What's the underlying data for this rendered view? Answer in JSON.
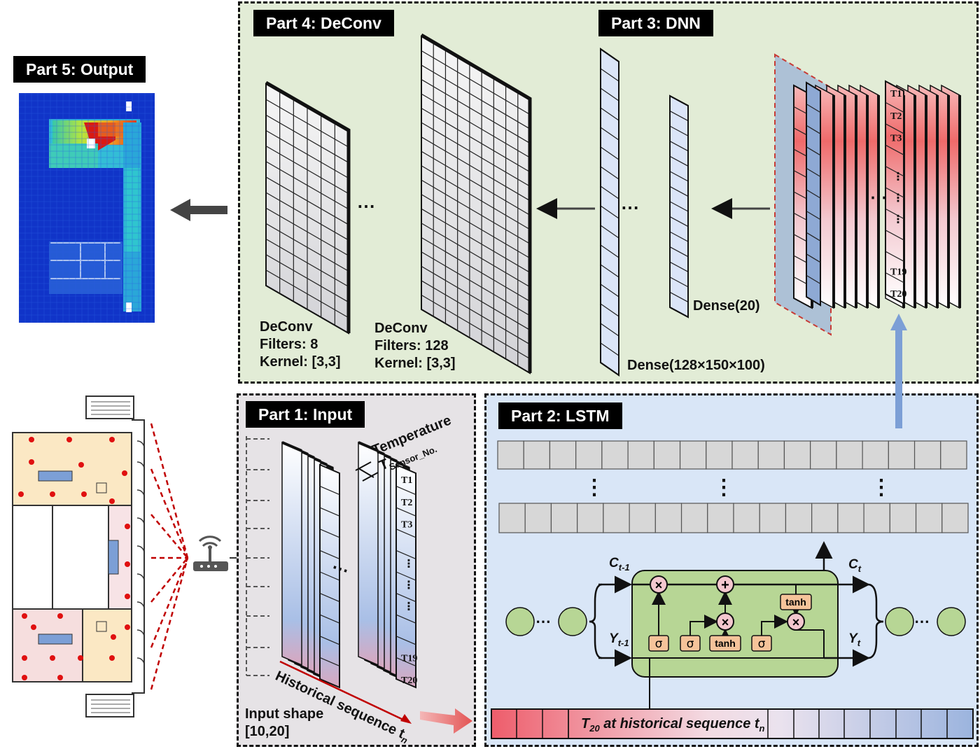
{
  "parts": {
    "output": "Part 5: Output",
    "deconv": "Part 4: DeConv",
    "dnn": "Part 3: DNN",
    "input": "Part 1: Input",
    "lstm": "Part 2: LSTM"
  },
  "deconv_layers": [
    {
      "name": "DeConv",
      "filters": "Filters: 8",
      "kernel": "Kernel: [3,3]"
    },
    {
      "name": "DeConv",
      "filters": "Filters: 128",
      "kernel": "Kernel: [3,3]"
    }
  ],
  "dense_layers": {
    "large": "Dense(128×150×100)",
    "small": "Dense(20)"
  },
  "input_part": {
    "feature_axis": "Temperature",
    "sensor_symbol": "T",
    "sensor_subscript": "Sensor_No.",
    "sequence_axis": "Historical sequence t",
    "sequence_subscript": "n",
    "shape_label": "Input shape",
    "shape_value": "[10,20]",
    "ellipsis": "⋯",
    "vdots": "⋮",
    "sequence_cells": [
      "T1",
      "T2",
      "T3",
      "T19",
      "T20"
    ]
  },
  "lstm_part": {
    "cell_state_prev": "C",
    "cell_state_prev_sub": "t-1",
    "cell_state_next": "C",
    "cell_state_next_sub": "t",
    "hidden_prev": "Y",
    "hidden_prev_sub": "t-1",
    "hidden_next": "Y",
    "hidden_next_sub": "t",
    "gate_sigma": "σ",
    "gate_tanh": "tanh",
    "op_multiply": "×",
    "op_add": "+",
    "input_bar_label": "T",
    "input_bar_sub": "20",
    "input_bar_rest": " at historical sequence t",
    "input_bar_rest_sub": "n",
    "vdots": "⋮",
    "ellipsis": "⋯"
  },
  "dnn_part": {
    "ellipsis": "⋯",
    "vdots": "⋮",
    "sequence_cells": [
      "T1",
      "T2",
      "T3",
      "T19",
      "T20"
    ]
  },
  "colors": {
    "panel_top": "#e2ecd6",
    "panel_input": "#e6e3e6",
    "panel_lstm": "#d9e6f7",
    "lstm_cell": "#b7d695",
    "gate": "#f5c39a",
    "red_dash": "#c00000",
    "heat_bg": "#1034c8"
  },
  "icons": [
    "wifi-router-icon",
    "arrow-left-icon",
    "arrow-up-icon"
  ]
}
